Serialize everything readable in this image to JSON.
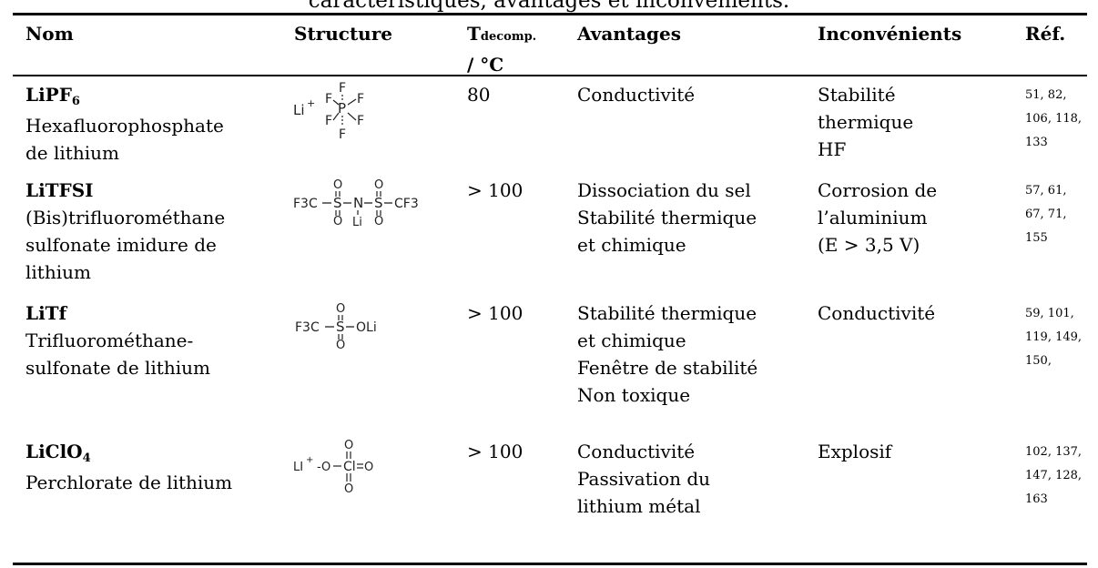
{
  "caption": "caractéristiques, avantages et inconvénients.",
  "headers": {
    "nom": "Nom",
    "structure": "Structure",
    "tdecomp_main": "T",
    "tdecomp_sub": "decomp.",
    "tdecomp_unit": "/ °C",
    "avantages": "Avantages",
    "inconvenients": "Inconvénients",
    "ref": "Réf."
  },
  "rows": [
    {
      "formula": "LiPF",
      "formula_sub": "6",
      "name_lines": [
        "Hexafluorophosphate",
        "de lithium"
      ],
      "tdecomp": "80",
      "avantages": [
        "Conductivité"
      ],
      "inconvenients": [
        "Stabilité",
        "thermique",
        "HF"
      ],
      "refs": [
        "51, 82,",
        "106, 118,",
        "133"
      ]
    },
    {
      "formula": "LiTFSI",
      "formula_sub": "",
      "name_lines": [
        "(Bis)trifluorométhane",
        "sulfonate imidure de",
        "lithium"
      ],
      "tdecomp": "> 100",
      "avantages": [
        "Dissociation du sel",
        "Stabilité thermique",
        "et chimique"
      ],
      "inconvenients": [
        "Corrosion de",
        "l’aluminium",
        "(E > 3,5 V)"
      ],
      "refs": [
        "57, 61,",
        "67, 71,",
        "155"
      ]
    },
    {
      "formula": "LiTf",
      "formula_sub": "",
      "name_lines": [
        "Trifluorométhane-",
        "sulfonate de lithium"
      ],
      "tdecomp": "> 100",
      "avantages": [
        "Stabilité thermique",
        "et chimique",
        "Fenêtre de stabilité",
        "Non toxique"
      ],
      "inconvenients": [
        "Conductivité"
      ],
      "refs": [
        "59, 101,",
        "119, 149,",
        "150,"
      ]
    },
    {
      "formula": "LiClO",
      "formula_sub": "4",
      "name_lines": [
        "Perchlorate de lithium"
      ],
      "tdecomp": "> 100",
      "avantages": [
        "Conductivité",
        "Passivation du",
        "lithium métal"
      ],
      "inconvenients": [
        "Explosif"
      ],
      "refs": [
        "102, 137,",
        "147, 128,",
        "163"
      ]
    }
  ],
  "structures": {
    "lipf6": {
      "cation": "Li",
      "charge": "+",
      "f": "F",
      "p": "P"
    },
    "litfsi": {
      "cf3": "F3C",
      "cf3r": "CF3",
      "s": "S",
      "n": "N",
      "o": "O",
      "li": "Li"
    },
    "litf": {
      "cf3": "F3C",
      "s": "S",
      "oli": "OLi",
      "o": "O"
    },
    "liclo4": {
      "cation": "LI",
      "charge": "+",
      "om": "-O",
      "cl": "Cl",
      "o": "O",
      "eqo": "O"
    }
  }
}
